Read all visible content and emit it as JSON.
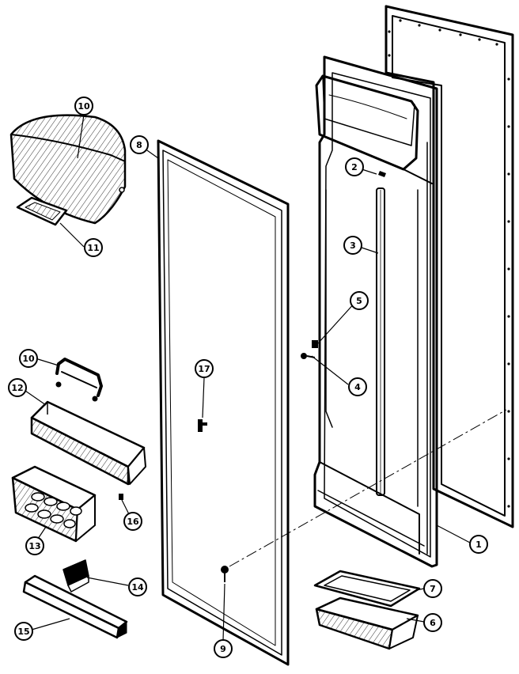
{
  "diagram": {
    "parts": [
      {
        "id": "door-outer-panel",
        "callout": "1"
      },
      {
        "id": "screw-top",
        "callout": "2"
      },
      {
        "id": "vertical-trim-strip",
        "callout": "3"
      },
      {
        "id": "screw-middle",
        "callout": "4"
      },
      {
        "id": "clip-middle",
        "callout": "5"
      },
      {
        "id": "small-bin",
        "callout": "6"
      },
      {
        "id": "bin-lid",
        "callout": "7"
      },
      {
        "id": "door-gasket",
        "callout": "8"
      },
      {
        "id": "screw-bottom",
        "callout": "9"
      },
      {
        "id": "dairy-door",
        "callout": "10"
      },
      {
        "id": "dairy-door-handle",
        "callout": "10"
      },
      {
        "id": "butter-tray",
        "callout": "11"
      },
      {
        "id": "door-shelf-bin",
        "callout": "12"
      },
      {
        "id": "egg-bin",
        "callout": "13"
      },
      {
        "id": "cantilever-bracket",
        "callout": "14"
      },
      {
        "id": "shelf-front-rail",
        "callout": "15"
      },
      {
        "id": "bin-clip",
        "callout": "16"
      },
      {
        "id": "plug-button",
        "callout": "17"
      }
    ]
  }
}
